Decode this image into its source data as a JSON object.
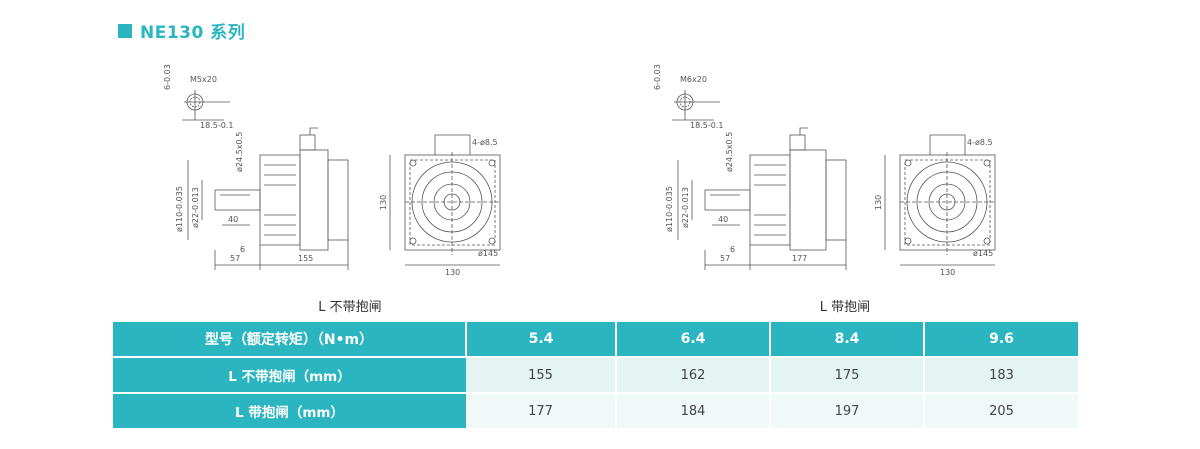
{
  "header": {
    "title": "NE130 系列",
    "accent": "#2ab5c1"
  },
  "drawings": [
    {
      "caption": "L 不带抱闸",
      "shaft_note": "M5x20",
      "key_width": "6-0.03",
      "key_depth": "18.5-0.1",
      "dims": {
        "shoulder_dia": "ø24.5x0.5",
        "spigot": "ø110-0.035",
        "shaft": "ø22-0.013",
        "key_len": "40",
        "flange_t": "6",
        "shaft_len": "57",
        "body_len": "155",
        "holes": "4-ø8.5",
        "square": "130",
        "square_w": "130",
        "pcd": "ø145"
      }
    },
    {
      "caption": "L 带抱闸",
      "shaft_note": "M6x20",
      "key_width": "6-0.03",
      "key_depth": "18.5-0.1",
      "dims": {
        "shoulder_dia": "ø24.5x0.5",
        "spigot": "ø110-0.035",
        "shaft": "ø22-0.013",
        "key_len": "40",
        "flange_t": "6",
        "shaft_len": "57",
        "body_len": "177",
        "holes": "4-ø8.5",
        "square": "130",
        "square_w": "130",
        "pcd": "ø145"
      }
    }
  ],
  "table": {
    "header_label": "型号（额定转矩）（N•m）",
    "models": [
      "5.4",
      "6.4",
      "8.4",
      "9.6"
    ],
    "rows": [
      {
        "label": "L 不带抱闸（mm）",
        "values": [
          "155",
          "162",
          "175",
          "183"
        ]
      },
      {
        "label": "L 带抱闸（mm）",
        "values": [
          "177",
          "184",
          "197",
          "205"
        ]
      }
    ]
  }
}
